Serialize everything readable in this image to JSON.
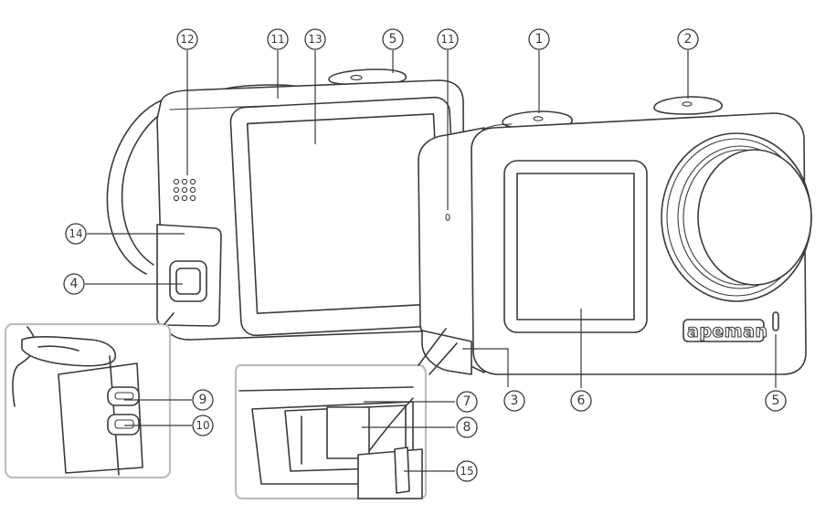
{
  "brand_logo_text": "apeman",
  "callouts": [
    {
      "id": "c1",
      "label": "1"
    },
    {
      "id": "c2",
      "label": "2"
    },
    {
      "id": "c3",
      "label": "3"
    },
    {
      "id": "c4",
      "label": "4"
    },
    {
      "id": "c5a",
      "label": "5"
    },
    {
      "id": "c5b",
      "label": "5"
    },
    {
      "id": "c6",
      "label": "6"
    },
    {
      "id": "c7",
      "label": "7"
    },
    {
      "id": "c8",
      "label": "8"
    },
    {
      "id": "c9",
      "label": "9"
    },
    {
      "id": "c10",
      "label": "10"
    },
    {
      "id": "c11a",
      "label": "11"
    },
    {
      "id": "c11b",
      "label": "11"
    },
    {
      "id": "c12",
      "label": "12"
    },
    {
      "id": "c13",
      "label": "13"
    },
    {
      "id": "c14",
      "label": "14"
    },
    {
      "id": "c15",
      "label": "15"
    }
  ]
}
